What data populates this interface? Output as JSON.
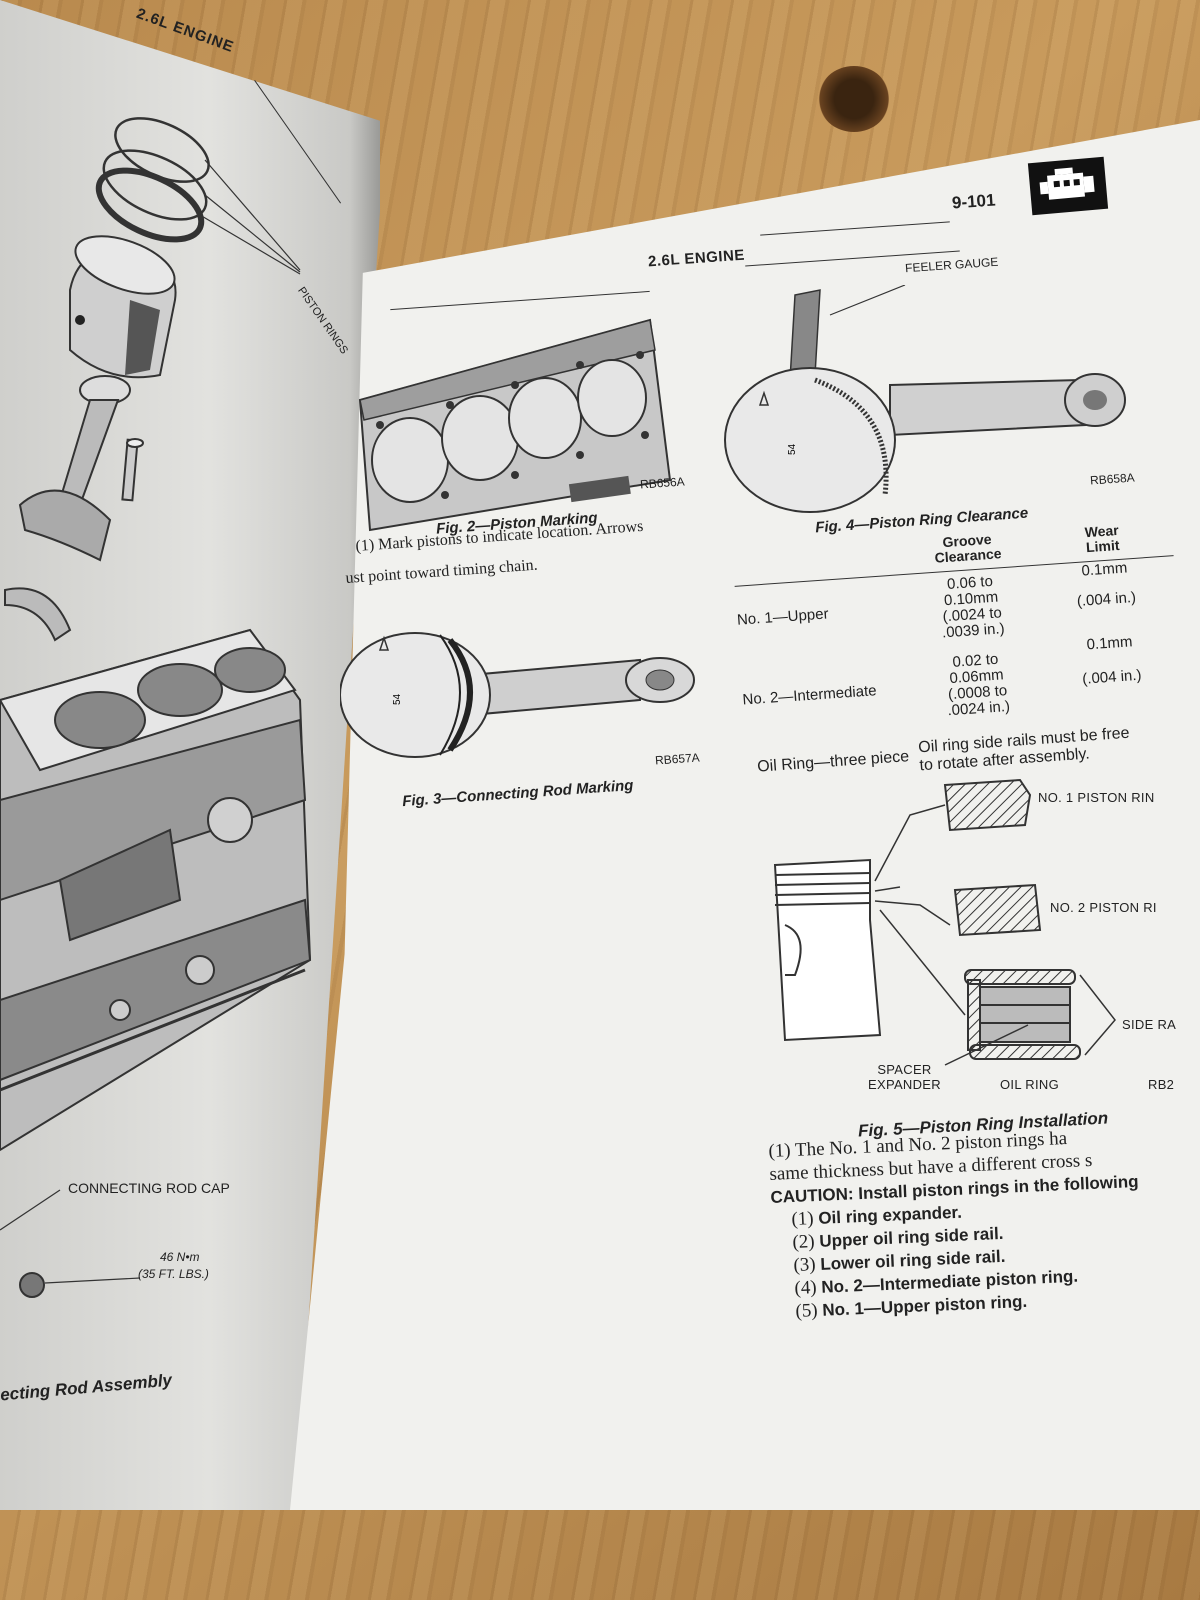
{
  "left_page": {
    "header": "2.6L ENGINE",
    "label_piston_rings": "PISTON RINGS",
    "label_conn_rod_cap": "CONNECTING ROD CAP",
    "torque_nm": "46 N•m",
    "torque_ft": "(35 FT. LBS.)",
    "caption_fragment": "ecting Rod Assembly"
  },
  "right_page": {
    "page_number": "9-101",
    "running_head": "2.6L ENGINE",
    "fig2": {
      "caption": "Fig. 2—Piston Marking",
      "code": "RB656A"
    },
    "para1_line1": "(1) Mark pistons to indicate location. Arrows",
    "para1_line2": "ust point toward timing chain.",
    "fig3": {
      "caption": "Fig. 3—Connecting Rod Marking",
      "code": "RB657A",
      "piston_number": "54"
    },
    "fig4": {
      "caption": "Fig. 4—Piston Ring Clearance",
      "code": "RB658A",
      "feeler_label": "FEELER GAUGE",
      "piston_number": "54"
    },
    "table": {
      "col_groove_1": "Groove",
      "col_groove_2": "Clearance",
      "col_wear_1": "Wear",
      "col_wear_2": "Limit",
      "rows": [
        {
          "label": "No. 1—Upper",
          "clear_1": "0.06 to",
          "clear_2": "0.10mm",
          "clear_3": "(.0024 to",
          "clear_4": ".0039 in.)",
          "wear_1": "0.1mm",
          "wear_2": "(.004 in.)"
        },
        {
          "label": "No. 2—Intermediate",
          "clear_1": "0.02 to",
          "clear_2": "0.06mm",
          "clear_3": "(.0008 to",
          "clear_4": ".0024 in.)",
          "wear_1": "0.1mm",
          "wear_2": "(.004 in.)"
        }
      ],
      "oil_label": "Oil Ring—three piece",
      "oil_note_1": "Oil ring side rails must be free",
      "oil_note_2": "to rotate after assembly."
    },
    "fig5": {
      "caption": "Fig. 5—Piston Ring Installation",
      "code": "RB2",
      "label_no1": "NO. 1 PISTON RIN",
      "label_no2": "NO. 2 PISTON RI",
      "label_side": "SIDE RA",
      "label_spacer_1": "SPACER",
      "label_spacer_2": "EXPANDER",
      "label_oil": "OIL RING"
    },
    "para2_line1": "(1) The No. 1 and No. 2 piston rings ha",
    "para2_line2": "same thickness but have a different cross s",
    "caution": "CAUTION: Install piston rings in the following",
    "steps": [
      {
        "num": "(1)",
        "text": "Oil ring expander."
      },
      {
        "num": "(2)",
        "text": "Upper oil ring side rail."
      },
      {
        "num": "(3)",
        "text": "Lower oil ring side rail."
      },
      {
        "num": "(4)",
        "text": "No. 2—Intermediate piston ring."
      },
      {
        "num": "(5)",
        "text": "No. 1—Upper piston ring."
      }
    ]
  }
}
